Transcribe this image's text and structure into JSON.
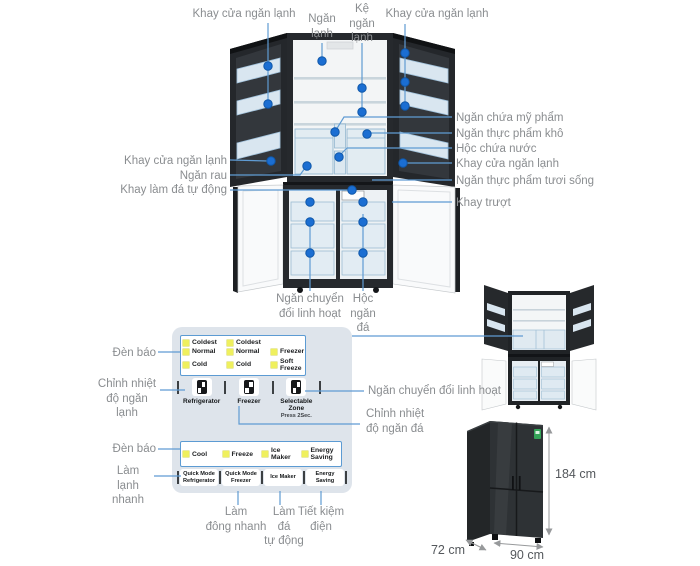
{
  "labels": {
    "t1": "Khay cửa ngăn lạnh",
    "t2": "Ngăn\nlạnh",
    "t3": "Kệ\nngăn\nlạnh",
    "t4": "Khay cửa ngăn lạnh",
    "r1": "Ngăn chứa mỹ phẩm",
    "r2": "Ngăn thực phẩm khô",
    "r3": "Hộc chứa nước",
    "r4": "Khay cửa ngăn lạnh",
    "r5": "Ngăn thực phẩm tươi sống",
    "r6": "Khay trượt",
    "l1": "Khay cửa ngăn lạnh",
    "l2": "Ngăn rau",
    "l3": "Khay làm đá tự động",
    "b1": "Ngăn chuyển\nđổi linh hoạt",
    "b2": "Hộc\nngăn\nđá"
  },
  "control_panel": {
    "left_labels": {
      "indicator1": "Đèn báo",
      "fridge_temp": "Chỉnh nhiệt\nđộ ngăn\nlạnh",
      "indicator2": "Đèn báo",
      "quick_cool": "Làm\nlạnh\nnhanh"
    },
    "right_labels": {
      "convertible": "Ngăn chuyển đổi linh hoạt",
      "freezer_temp": "Chỉnh nhiệt\nđộ ngăn đá"
    },
    "bottom_labels": {
      "quick_freeze": "Làm\nđông nhanh",
      "auto_ice": "Làm\nđá\ntự động",
      "energy_save": "Tiết kiệm\nđiện"
    },
    "temp_grid": [
      [
        "Coldest",
        "Coldest",
        ""
      ],
      [
        "Normal",
        "Normal",
        "Freezer"
      ],
      [
        "Cold",
        "Cold",
        "Soft Freeze"
      ]
    ],
    "temp_buttons": [
      {
        "label": "Refrigerator",
        "sub": ""
      },
      {
        "label": "Freezer",
        "sub": ""
      },
      {
        "label": "Selectable Zone",
        "sub": "Press 2Sec."
      }
    ],
    "mode_indicators": [
      "Cool",
      "Freeze",
      "Ice Maker",
      "Energy Saving"
    ],
    "mode_buttons": [
      "Quick Mode Refrigerator",
      "Quick Mode Freezer",
      "Ice Maker",
      "Energy Saving"
    ],
    "button_icon": "fridge-compartment-grid-icon",
    "indicator_icon": "yellow-led-square"
  },
  "dimensions": {
    "height": "184 cm",
    "width": "90 cm",
    "depth": "72 cm"
  },
  "colors": {
    "dot_blue": "#1b6ed2",
    "line_blue": "#5f9bd3",
    "indicator_yellow": "#eff05e",
    "panel_bg": "#dee4eb",
    "fridge_dark": "#2e3235",
    "label_gray": "#8a8d90",
    "badge_green": "#33a457"
  }
}
